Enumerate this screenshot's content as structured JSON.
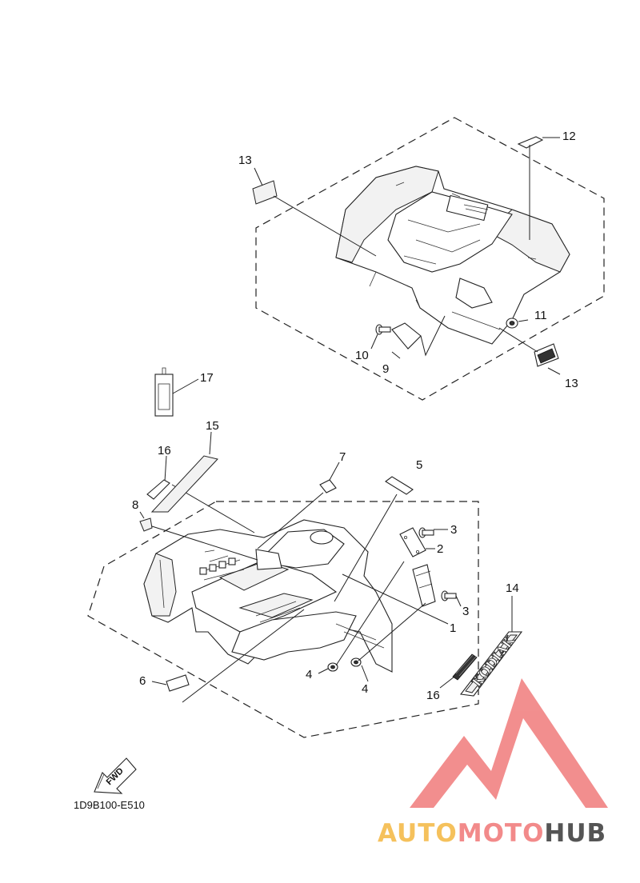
{
  "diagram": {
    "callouts": [
      "1",
      "2",
      "3",
      "3",
      "4",
      "4",
      "5",
      "6",
      "7",
      "8",
      "9",
      "10",
      "11",
      "12",
      "13",
      "13",
      "14",
      "15",
      "16",
      "16",
      "17"
    ],
    "part_code": "1D9B100-E510",
    "fwd_label": "FWD",
    "decal_text": "KODIAK",
    "watermark": {
      "part1": "AUTO",
      "part2": "MOTO",
      "part3": "HUB",
      "colors": {
        "logo": "#f07b7b",
        "auto": "#f5c15c",
        "moto": "#f28a8a",
        "hub": "#555555"
      }
    }
  }
}
